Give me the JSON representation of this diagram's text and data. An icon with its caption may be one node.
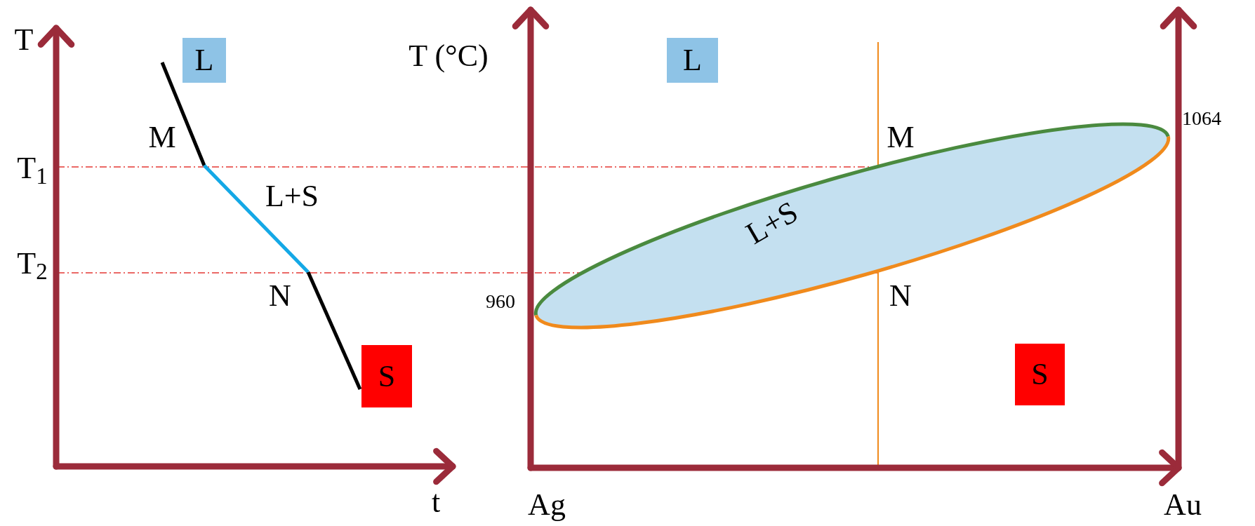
{
  "diagram": {
    "nodes": [
      {
        "text": [
          "L"
        ]
      },
      {
        "text": [
          "S"
        ]
      },
      {
        "text": [
          "L"
        ]
      },
      {
        "text": [
          "L+S"
        ]
      },
      {
        "text": [
          "S"
        ]
      }
    ],
    "edges": [],
    "labels": [
      "T",
      "M",
      "T$_{1}$",
      "L+S",
      "T$_{2}$",
      "N",
      "t",
      "T (°C)",
      "M",
      "1064",
      "N",
      "960",
      "Ag",
      "Au"
    ]
  }
}
